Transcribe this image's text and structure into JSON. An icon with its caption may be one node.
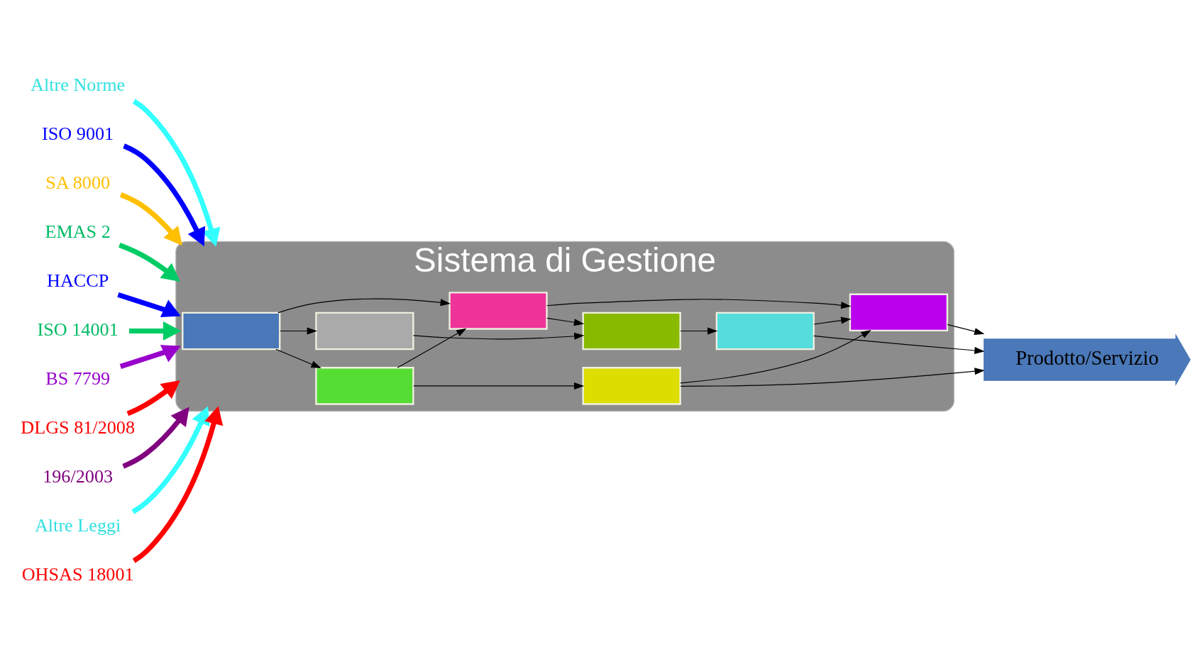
{
  "diagram": {
    "nodes": [
      {
        "text": [
          "Sistema di Gestione"
        ]
      },
      {
        "text": [],
        "shape": "box",
        "in": 0
      },
      {
        "text": [],
        "shape": "box",
        "in": 0
      },
      {
        "text": [],
        "shape": "box",
        "in": 0
      },
      {
        "text": [],
        "shape": "box",
        "in": 0
      },
      {
        "text": [],
        "shape": "box",
        "in": 0
      },
      {
        "text": [],
        "shape": "box",
        "in": 0
      },
      {
        "text": [],
        "shape": "box",
        "in": 0
      },
      {
        "text": [],
        "shape": "box",
        "in": 0
      },
      {
        "text": [
          "Prodotto/Servizio"
        ]
      },
      {
        "text": [
          "Altre Norme"
        ]
      },
      {
        "text": [
          "ISO 9001"
        ]
      },
      {
        "text": [
          "SA 8000"
        ]
      },
      {
        "text": [
          "EMAS 2"
        ]
      },
      {
        "text": [
          "HACCP"
        ]
      },
      {
        "text": [
          "ISO 14001"
        ]
      },
      {
        "text": [
          "BS 7799"
        ]
      },
      {
        "text": [
          "DLGS 81/2008"
        ]
      },
      {
        "text": [
          "196/2003"
        ]
      },
      {
        "text": [
          "Altre Leggi"
        ]
      },
      {
        "text": [
          "OHSAS 18001"
        ]
      }
    ],
    "edges": [
      {
        "from": 1,
        "to": 2,
        "arrow": "to"
      },
      {
        "from": 1,
        "to": 4,
        "arrow": "to"
      },
      {
        "from": 1,
        "to": 6,
        "arrow": "to"
      },
      {
        "from": 2,
        "to": 3,
        "arrow": "to"
      },
      {
        "from": 2,
        "to": 4,
        "arrow": "to"
      },
      {
        "from": 3,
        "to": 5,
        "arrow": "to"
      },
      {
        "from": 3,
        "to": 9,
        "arrow": "to"
      },
      {
        "from": 4,
        "to": 5,
        "arrow": "to"
      },
      {
        "from": 4,
        "to": 7,
        "arrow": "to"
      },
      {
        "from": 6,
        "to": 7,
        "arrow": "to"
      },
      {
        "from": 7,
        "to": 8,
        "arrow": "to"
      },
      {
        "from": 8,
        "to": 5,
        "arrow": "to"
      },
      {
        "from": 5,
        "to": 9,
        "arrow": "to"
      },
      {
        "from": 8,
        "to": 9,
        "arrow": "to"
      },
      {
        "from": 10,
        "to": 0,
        "arrow": "to",
        "style": "thick",
        "color": "#33ffff"
      },
      {
        "from": 11,
        "to": 0,
        "arrow": "to",
        "style": "thick",
        "color": "#0000ff"
      },
      {
        "from": 12,
        "to": 0,
        "arrow": "to",
        "style": "thick",
        "color": "#ffc000"
      },
      {
        "from": 13,
        "to": 0,
        "arrow": "to",
        "style": "thick",
        "color": "#00cc66"
      },
      {
        "from": 14,
        "to": 0,
        "arrow": "to",
        "style": "thick",
        "color": "#0000ff"
      },
      {
        "from": 15,
        "to": 0,
        "arrow": "to",
        "style": "thick",
        "color": "#00cc66"
      },
      {
        "from": 16,
        "to": 0,
        "arrow": "to",
        "style": "thick",
        "color": "#9900cc"
      },
      {
        "from": 17,
        "to": 0,
        "arrow": "to",
        "style": "thick",
        "color": "#ff0000"
      },
      {
        "from": 18,
        "to": 0,
        "arrow": "to",
        "style": "thick",
        "color": "#800080"
      },
      {
        "from": 19,
        "to": 0,
        "arrow": "to",
        "style": "thick",
        "color": "#33ffff"
      },
      {
        "from": 20,
        "to": 0,
        "arrow": "to",
        "style": "thick",
        "color": "#ff0000"
      }
    ]
  }
}
